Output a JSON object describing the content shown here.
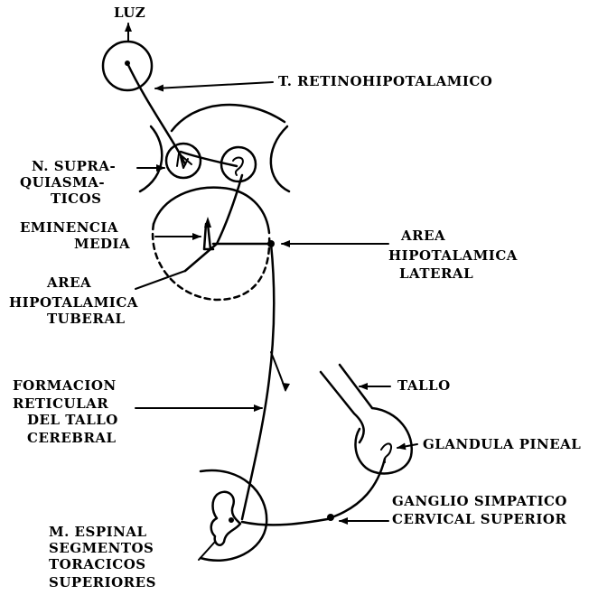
{
  "labels": {
    "luz": "LUZ",
    "tract": "T. RETINOHIPOTALAMICO",
    "supra_1": "N. SUPRA-",
    "supra_2": "QUIASMA-",
    "supra_3": "TICOS",
    "eminencia_1": "EMINENCIA",
    "eminencia_2": "MEDIA",
    "lateral_1": "AREA",
    "lateral_2": "HIPOTALAMICA",
    "lateral_3": "LATERAL",
    "tuberal_1": "AREA",
    "tuberal_2": "HIPOTALAMICA",
    "tuberal_3": "TUBERAL",
    "formacion_1": "FORMACION",
    "formacion_2": "RETICULAR",
    "formacion_3": "DEL TALLO",
    "formacion_4": "CEREBRAL",
    "tallo": "TALLO",
    "pineal": "GLANDULA PINEAL",
    "ganglio_1": "GANGLIO SIMPATICO",
    "ganglio_2": "CERVICAL SUPERIOR",
    "espinal_1": "M. ESPINAL",
    "espinal_2": "SEGMENTOS",
    "espinal_3": "TORACICOS",
    "espinal_4": "SUPERIORES"
  }
}
